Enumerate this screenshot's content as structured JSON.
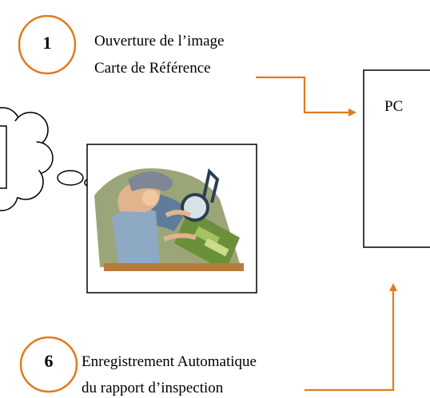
{
  "steps": [
    {
      "number": "1",
      "label_line1": "Ouverture de l’image",
      "label_line2": "Carte de Référence"
    },
    {
      "number": "6",
      "label_line1": "Enregistrement Automatique",
      "label_line2": "du rapport d’inspection"
    }
  ],
  "pc": {
    "label": "PC"
  },
  "colors": {
    "arrow": "#e07b1f",
    "outline": "#000000",
    "background": "#ffffff"
  },
  "illustration": {
    "icon": "inspector-with-magnifier-icon"
  }
}
